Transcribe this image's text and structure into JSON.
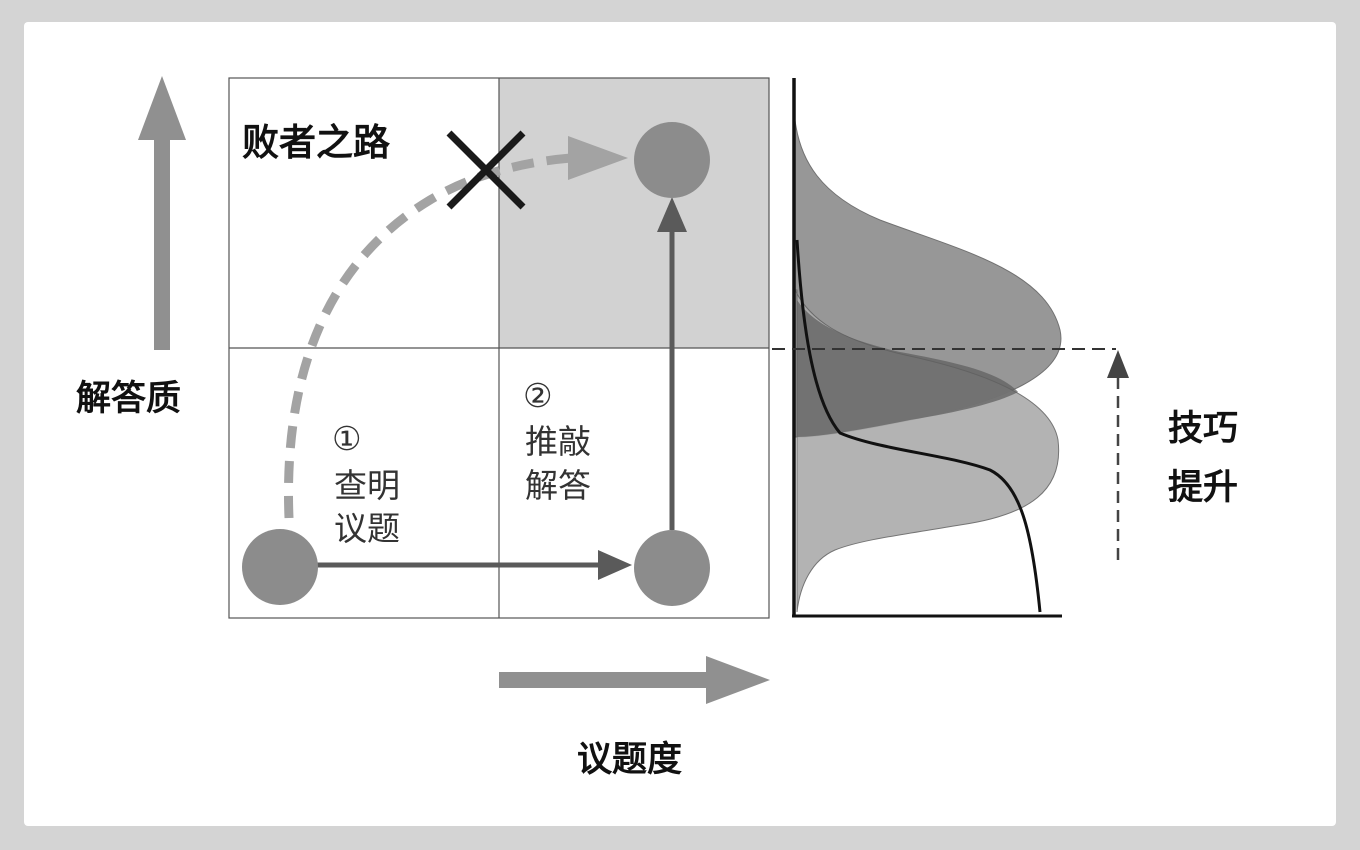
{
  "quadrant": {
    "loser_path_label": "败者之路"
  },
  "step1": {
    "number": "①",
    "line1": "查明",
    "line2": "议题"
  },
  "step2": {
    "number": "②",
    "line1": "推敲",
    "line2": "解答"
  },
  "axes": {
    "y_label": "解答质",
    "x_label": "议题度"
  },
  "skill": {
    "line1": "技巧",
    "line2": "提升"
  },
  "colors": {
    "shaded_quadrant": "#d2d2d2",
    "node": "#8c8c8c",
    "solid_arrow": "#5a5a5a",
    "axis_arrow": "#909090",
    "dashed_path": "#a3a3a3",
    "cross": "#1a1a1a"
  },
  "icons": {
    "loser_marker": "cross-icon"
  }
}
